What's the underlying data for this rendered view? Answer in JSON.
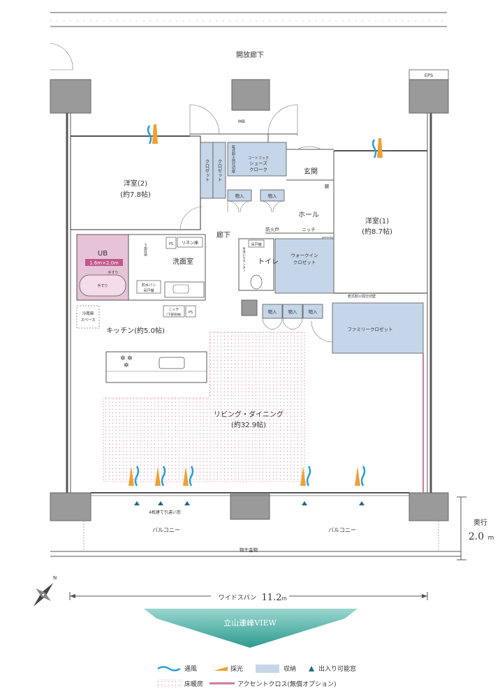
{
  "rooms": {
    "corridor_open": "開放廊下",
    "eps": "EPS",
    "mb": "MB",
    "western2_name": "洋室(2)",
    "western2_size": "(約7.8帖)",
    "western1_name": "洋室(1)",
    "western1_size": "(約8.7帖)",
    "closet": "クロゼット",
    "shoe_line1": "コートフック",
    "shoe_line2": "シューズ",
    "shoe_line3": "クローク",
    "dry_wall_note": "乾式耐火間仕切壁",
    "entrance": "玄関",
    "hall": "ホール",
    "hallway": "廊下",
    "storage_in": "物入",
    "ub": "UB",
    "ub_size": "1.6m×2.0m",
    "handrail": "手すり",
    "dressing_line1": "下部収納",
    "linen": "リネン庫",
    "ps": "PS",
    "washroom": "洗面室",
    "waterproof_line1": "防水パン",
    "waterproof_line2": "吊戸棚",
    "niche": "ニッチ",
    "niche_lower": "(下部収納)",
    "toilet": "トイレ",
    "toilet_cabinet": "吊戸棚",
    "toilet_wash": "手洗いカウンター",
    "fire_door": "防火戸",
    "walkin_line1": "ウォークイン",
    "walkin_line2": "クロゼット",
    "family_closet": "ファミリークロゼット",
    "fridge_line1": "冷蔵庫",
    "fridge_line2": "スペース",
    "kitchen": "キッチン(約5.0帖)",
    "living_name": "リビング・ダイニング",
    "living_size": "(約32.9帖)",
    "sliding_window": "4枚建て引違い窓",
    "balcony": "バルコニー",
    "laundry": "物干金物",
    "key": "鍵"
  },
  "dimensions": {
    "depth_label": "奥行",
    "depth_value": "2.0",
    "depth_unit": "m",
    "width_label": "ワイドスパン",
    "width_value": "11.2",
    "width_unit": "m"
  },
  "view_banner": "立山連峰VIEW",
  "legend": {
    "wind": "通風",
    "light": "採光",
    "storage": "収納",
    "door": "出入り可能窓",
    "floor_heating": "床暖房",
    "accent": "アクセントクロス(無償オプション)"
  },
  "colors": {
    "storage": "#c5d6e8",
    "ub": "#e7c3d8",
    "wind": "#2a9fd6",
    "light": "#f0a030",
    "accent": "#c97aa0",
    "banner": "#4fb3a5"
  }
}
